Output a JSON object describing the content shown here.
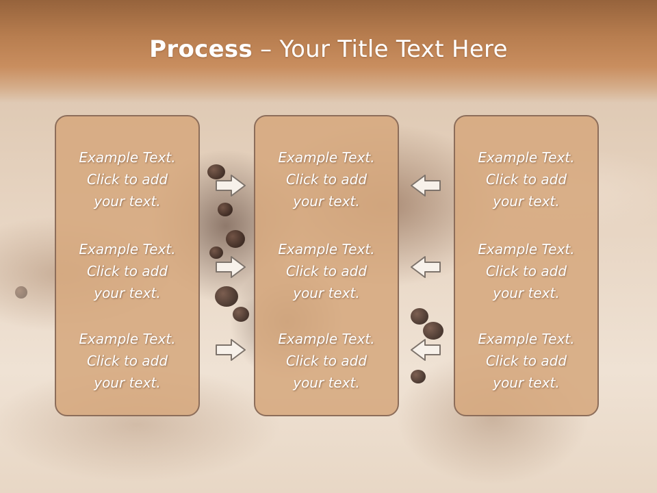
{
  "slide": {
    "title_bold": "Process",
    "title_rest": " – Your Title Text Here"
  },
  "columns": [
    {
      "items": [
        "Example Text.\nClick  to add\nyour text.",
        "Example Text.\nClick  to add\nyour text.",
        "Example Text.\nClick  to add\nyour text."
      ]
    },
    {
      "items": [
        "Example Text.\nClick  to add\nyour text.",
        "Example Text.\nClick  to add\nyour text.",
        "Example Text.\nClick  to add\nyour text."
      ]
    },
    {
      "items": [
        "Example Text.\nClick  to add\nyour text.",
        "Example Text.\nClick  to add\nyour text.",
        "Example Text.\nClick  to add\nyour text."
      ]
    }
  ],
  "arrows": {
    "left_group": "right-arrow-icon",
    "right_group": "left-arrow-icon"
  },
  "colors": {
    "header": "#b77d4f",
    "box_fill": "#d6a87e",
    "box_border": "#8c6d5a",
    "text": "#ffffff"
  }
}
